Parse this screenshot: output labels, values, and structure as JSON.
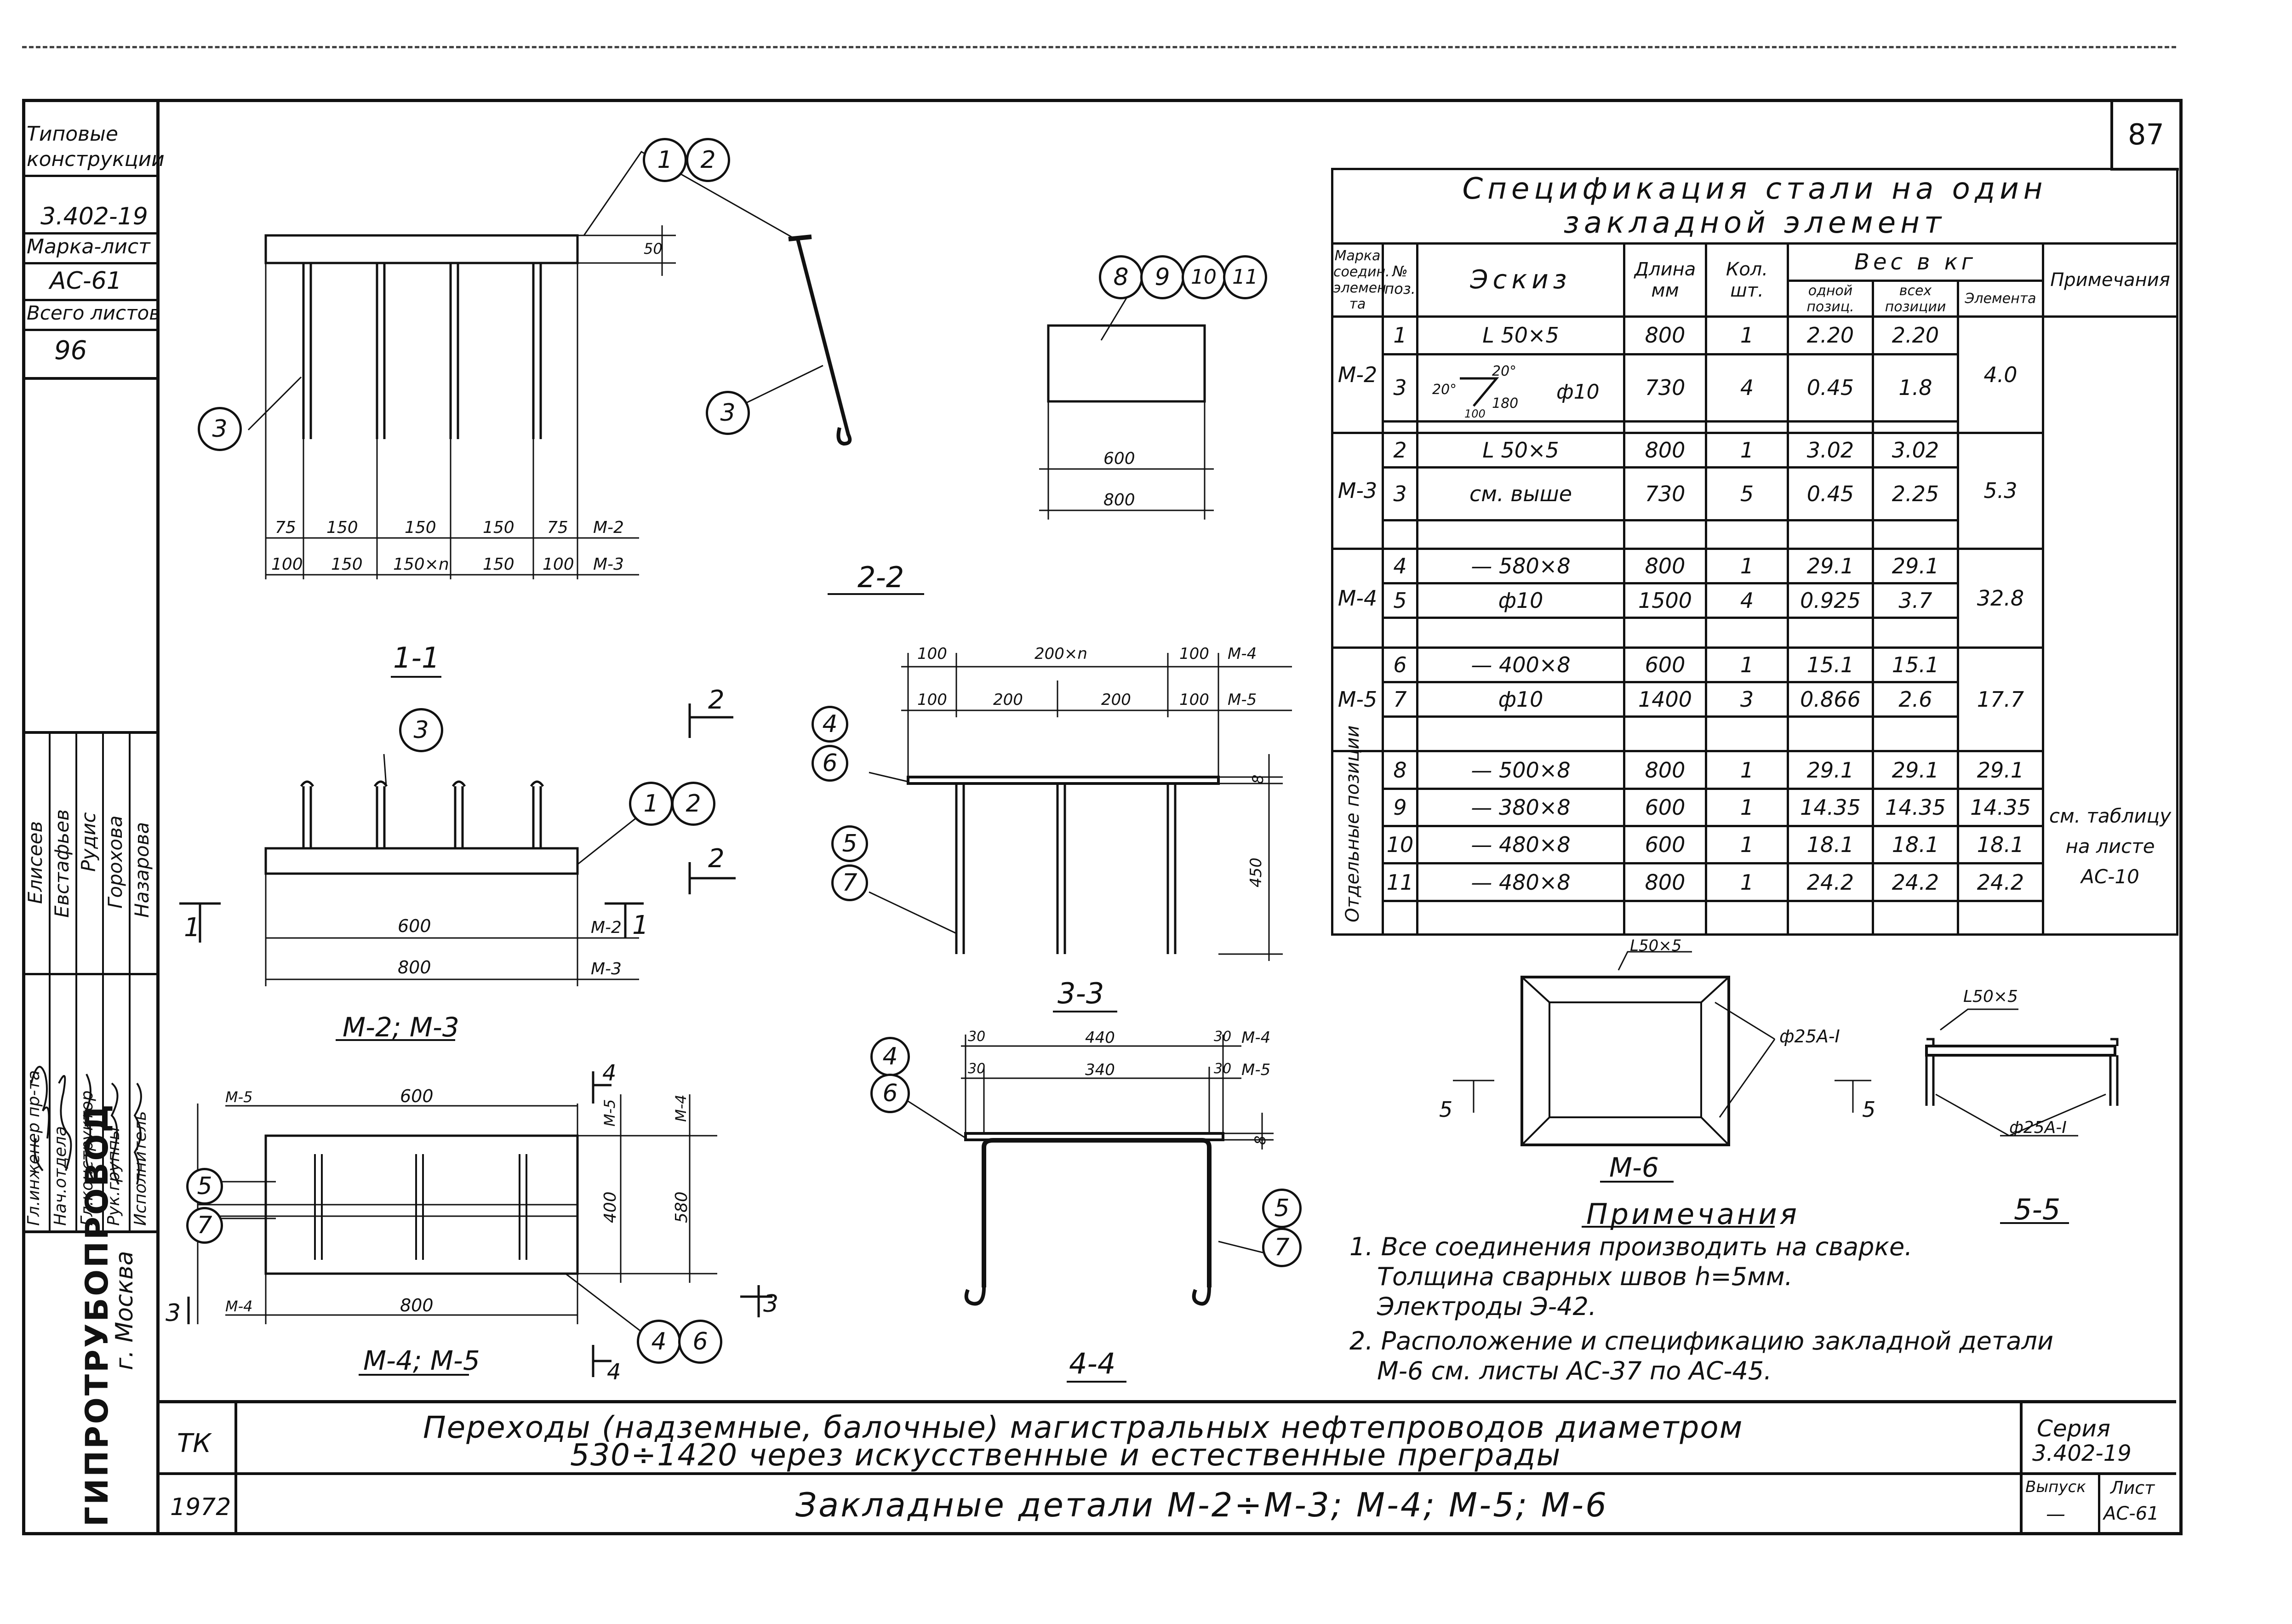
{
  "sheet": {
    "number": "87",
    "stamp": {
      "type_label": "Типовые конструкции",
      "series_code": "3.402-19",
      "mark_label": "Марка-лист",
      "mark_value": "АС-61",
      "total_label": "Всего листов",
      "total_value": "96"
    },
    "staff": [
      {
        "role": "Гл.инженер пр-та",
        "name": "Елисеев"
      },
      {
        "role": "Нач.отдела",
        "name": "Евстафьев"
      },
      {
        "role": "Гл.конструктор",
        "name": "Рудис"
      },
      {
        "role": "Рук.группы",
        "name": "Горохова"
      },
      {
        "role": "Исполнитель",
        "name": "Назарова"
      }
    ],
    "org": "ГИПРОТРУБОПРОВОД",
    "city": "г. Москва",
    "tk": "ТК",
    "year": "1972",
    "title_line1": "Переходы (надземные, балочные) магистральных нефтепроводов диаметром",
    "title_line2": "530÷1420 через искусственные и естественные преграды",
    "subtitle": "Закладные детали М-2÷М-3; М-4; М-5; М-6",
    "series_label": "Серия",
    "series_value": "3.402-19",
    "issue_label": "Выпуск",
    "issue_value": "—",
    "list_label": "Лист",
    "list_value": "АС-61"
  },
  "spec": {
    "title_line1": "Спецификация стали на один",
    "title_line2": "закладной элемент",
    "headers": {
      "mark": "Марка соедин. элемен та",
      "pos": "№ поз.",
      "sketch": "Эскиз",
      "length": "Длина мм",
      "qty": "Кол. шт.",
      "weight": "Вес в кг",
      "w_one": "одной позиц.",
      "w_all": "всех позиции",
      "w_elem": "Элемента",
      "note": "Примечания"
    },
    "groups": [
      {
        "mark": "М-2",
        "total": "4.0",
        "rows": [
          {
            "pos": "1",
            "sketch": "L 50×5",
            "len": "800",
            "qty": "1",
            "w1": "2.20",
            "wall": "2.20"
          },
          {
            "pos": "3",
            "sketch": "ф10",
            "len": "730",
            "qty": "4",
            "w1": "0.45",
            "wall": "1.8"
          }
        ]
      },
      {
        "mark": "М-3",
        "total": "5.3",
        "rows": [
          {
            "pos": "2",
            "sketch": "L 50×5",
            "len": "800",
            "qty": "1",
            "w1": "3.02",
            "wall": "3.02"
          },
          {
            "pos": "3",
            "sketch": "см. выше",
            "len": "730",
            "qty": "5",
            "w1": "0.45",
            "wall": "2.25"
          }
        ]
      },
      {
        "mark": "М-4",
        "total": "32.8",
        "rows": [
          {
            "pos": "4",
            "sketch": "— 580×8",
            "len": "800",
            "qty": "1",
            "w1": "29.1",
            "wall": "29.1"
          },
          {
            "pos": "5",
            "sketch": "ф10",
            "len": "1500",
            "qty": "4",
            "w1": "0.925",
            "wall": "3.7"
          }
        ]
      },
      {
        "mark": "М-5",
        "total": "17.7",
        "rows": [
          {
            "pos": "6",
            "sketch": "— 400×8",
            "len": "600",
            "qty": "1",
            "w1": "15.1",
            "wall": "15.1"
          },
          {
            "pos": "7",
            "sketch": "ф10",
            "len": "1400",
            "qty": "3",
            "w1": "0.866",
            "wall": "2.6"
          }
        ]
      }
    ],
    "separate": {
      "label": "Отдельные позиции",
      "note": "см. таблицу на листе АС-10",
      "rows": [
        {
          "pos": "8",
          "sketch": "— 500×8",
          "len": "800",
          "qty": "1",
          "w1": "29.1",
          "wall": "29.1",
          "we": "29.1"
        },
        {
          "pos": "9",
          "sketch": "— 380×8",
          "len": "600",
          "qty": "1",
          "w1": "14.35",
          "wall": "14.35",
          "we": "14.35"
        },
        {
          "pos": "10",
          "sketch": "— 480×8",
          "len": "600",
          "qty": "1",
          "w1": "18.1",
          "wall": "18.1",
          "we": "18.1"
        },
        {
          "pos": "11",
          "sketch": "— 480×8",
          "len": "800",
          "qty": "1",
          "w1": "24.2",
          "wall": "24.2",
          "we": "24.2"
        }
      ]
    },
    "sketch_dims": {
      "a": "20°",
      "b": "20°",
      "c": "180",
      "d": "100"
    }
  },
  "notes": {
    "title": "Примечания",
    "items": [
      "1. Все соединения производить на сварке.",
      "Толщина сварных швов h=5мм.",
      "Электроды Э-42.",
      "2. Расположение и спецификацию закладной детали",
      "М-6 см. листы АС-37 по АС-45."
    ]
  },
  "views": {
    "v11": {
      "caption": "1-1",
      "dim50": "50",
      "dims_m2": [
        "75",
        "150",
        "150",
        "150",
        "75"
      ],
      "dims_m3": [
        "100",
        "150",
        "150×n",
        "150",
        "100"
      ],
      "m2": "М-2",
      "m3": "М-3"
    },
    "v22": {
      "caption": "2-2",
      "d600": "600",
      "d800": "800"
    },
    "m23": {
      "caption": "М-2; М-3",
      "d600": "600",
      "d800": "800",
      "m2": "М-2",
      "m3": "М-3",
      "sec1": "1",
      "sec2": "2"
    },
    "v33": {
      "caption": "3-3",
      "top": [
        "100",
        "200×n",
        "100"
      ],
      "bot": [
        "100",
        "200",
        "200",
        "100"
      ],
      "m4": "М-4",
      "m5": "М-5",
      "d8": "8",
      "d450": "450"
    },
    "m45": {
      "caption": "М-4; М-5",
      "m5": "М-5",
      "m4": "М-4",
      "d600": "600",
      "d800": "800",
      "d400": "400",
      "d580": "580",
      "sec3": "3",
      "sec4": "4"
    },
    "v44": {
      "caption": "4-4",
      "top": [
        "30",
        "440",
        "30"
      ],
      "bot": [
        "30",
        "340",
        "30"
      ],
      "m4": "М-4",
      "m5": "М-5",
      "d8": "8"
    },
    "m6": {
      "caption": "М-6",
      "angle": "L50×5",
      "bar": "ф25А-I",
      "sec5": "5"
    },
    "v55": {
      "caption": "5-5",
      "angle": "L50×5",
      "bar": "ф25А-I"
    }
  },
  "callouts": [
    "1",
    "2",
    "3",
    "4",
    "5",
    "6",
    "7",
    "8",
    "9",
    "10",
    "11"
  ]
}
